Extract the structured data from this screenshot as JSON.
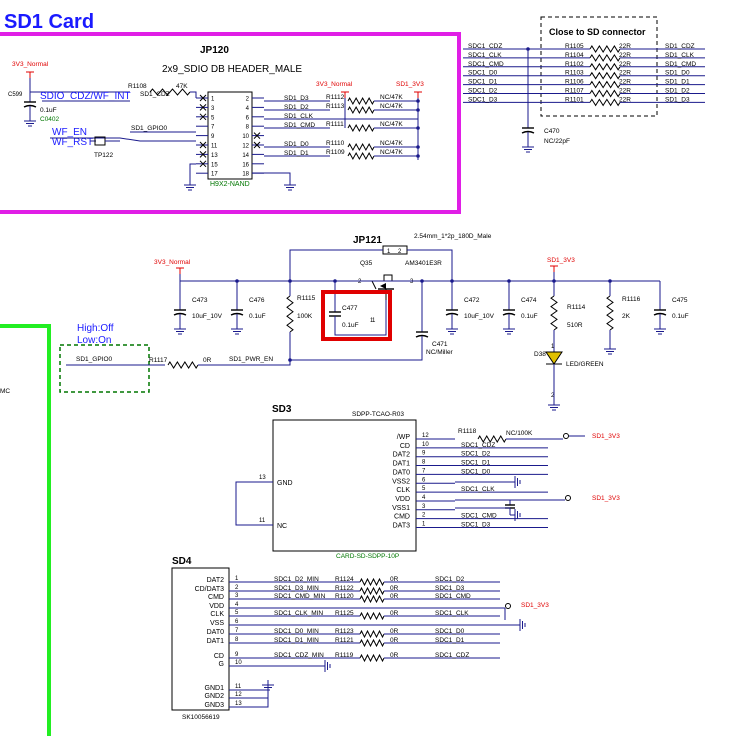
{
  "sheet_title": "SD1 Card",
  "colors": {
    "title": "#1a1aff",
    "magenta": "#e01ee6",
    "green": "#22ee22",
    "red": "#e00000",
    "dark_green": "#007700",
    "wire": "#1a1a8c",
    "power": "#e00000",
    "part": "#000000"
  },
  "jp120": {
    "ref": "JP120",
    "desc": "2x9_SDIO DB HEADER_MALE",
    "footprint": "H9X2-NAND",
    "left_pins": [
      "1",
      "3",
      "5",
      "7",
      "9",
      "11",
      "13",
      "15",
      "17"
    ],
    "right_pins": [
      "2",
      "4",
      "6",
      "8",
      "10",
      "12",
      "14",
      "16",
      "18"
    ],
    "left_nets": [
      "SDIO_CDZ/WF_INT",
      "WF_EN",
      "WF_RST"
    ],
    "gpio_net": "SD1_GPIO0",
    "tp": "TP122",
    "power_left": "3V3_Normal",
    "c599": {
      "ref": "C599",
      "value": "0.1uF",
      "pkg": "C0402"
    },
    "r1108": {
      "ref": "R1108",
      "value": "47K",
      "net": "SD1_CDZ"
    },
    "power_mid": "3V3_Normal",
    "power_right": "SD1_3V3",
    "right_nets": [
      {
        "net": "SD1_D3",
        "ref": "R1112",
        "val": "NC/47K"
      },
      {
        "net": "SD1_D2",
        "ref": "R1113",
        "val": "NC/47K"
      },
      {
        "net": "SD1_CLK",
        "ref": "",
        "val": ""
      },
      {
        "net": "SD1_CMD",
        "ref": "R1111",
        "val": "NC/47K"
      },
      {
        "net": "SD1_D0",
        "ref": "R1110",
        "val": "NC/47K"
      },
      {
        "net": "SD1_D1",
        "ref": "R1109",
        "val": "NC/47K"
      }
    ]
  },
  "close_box": {
    "title": "Close to SD connector",
    "rows": [
      {
        "left": "SDC1_CDZ",
        "ref": "R1105",
        "val": "22R",
        "right": "SD1_CDZ"
      },
      {
        "left": "SDC1_CLK",
        "ref": "R1104",
        "val": "22R",
        "right": "SD1_CLK"
      },
      {
        "left": "SDC1_CMD",
        "ref": "R1102",
        "val": "22R",
        "right": "SD1_CMD"
      },
      {
        "left": "SDC1_D0",
        "ref": "R1103",
        "val": "22R",
        "right": "SD1_D0"
      },
      {
        "left": "SDC1_D1",
        "ref": "R1106",
        "val": "22R",
        "right": "SD1_D1"
      },
      {
        "left": "SDC1_D2",
        "ref": "R1107",
        "val": "22R",
        "right": "SD1_D2"
      },
      {
        "left": "SDC1_D3",
        "ref": "R1101",
        "val": "22R",
        "right": "SD1_D3"
      }
    ],
    "cap": {
      "ref": "C470",
      "value": "NC/22pF"
    }
  },
  "power_section": {
    "jp121": "JP121",
    "jp121_desc": "2.54mm_1*2p_180D_Male",
    "jp_pins": [
      "1",
      "2"
    ],
    "q35": "Q35",
    "q35_part": "AM3401E3R",
    "q_pins": [
      "2",
      "1",
      "3"
    ],
    "power_in": "3V3_Normal",
    "power_out": "SD1_3V3",
    "c473": {
      "ref": "C473",
      "value": "10uF_10V"
    },
    "c476": {
      "ref": "C476",
      "value": "0.1uF"
    },
    "r1115": {
      "ref": "R1115",
      "value": "100K"
    },
    "c477": {
      "ref": "C477",
      "value": "0.1uF",
      "pin": "1"
    },
    "c471": {
      "ref": "C471",
      "value": "NC/Miller"
    },
    "c472": {
      "ref": "C472",
      "value": "10uF_10V"
    },
    "c474": {
      "ref": "C474",
      "value": "0.1uF"
    },
    "r1114": {
      "ref": "R1114",
      "value": "510R"
    },
    "r1116": {
      "ref": "R1116",
      "value": "2K"
    },
    "c475": {
      "ref": "C475",
      "value": "0.1uF"
    },
    "led": {
      "ref": "D38",
      "value": "LED/GREEN",
      "pins": [
        "1",
        "2"
      ]
    },
    "gpio_label": "SD1_GPIO0",
    "r1117": {
      "ref": "R1117",
      "value": "0R"
    },
    "pwr_en": "SD1_PWR_EN",
    "note_line1": "High:Off",
    "note_line2": "Low:On",
    "edge_label": "MC"
  },
  "sd3": {
    "ref": "SD3",
    "part": "SDPP-TCAO-R03",
    "footprint": "CARD-SD-SDPP-10P",
    "left": [
      {
        "pin": "13",
        "name": "GND"
      },
      {
        "pin": "11",
        "name": "NC"
      }
    ],
    "right": [
      {
        "name": "/WP",
        "pin": "12",
        "net": ""
      },
      {
        "name": "CD",
        "pin": "10",
        "net": "SDC1_CDZ"
      },
      {
        "name": "DAT2",
        "pin": "9",
        "net": "SDC1_D2"
      },
      {
        "name": "DAT1",
        "pin": "8",
        "net": "SDC1_D1"
      },
      {
        "name": "DAT0",
        "pin": "7",
        "net": "SDC1_D0"
      },
      {
        "name": "VSS2",
        "pin": "6",
        "net": ""
      },
      {
        "name": "CLK",
        "pin": "5",
        "net": "SDC1_CLK"
      },
      {
        "name": "VDD",
        "pin": "4",
        "net": ""
      },
      {
        "name": "VSS1",
        "pin": "3",
        "net": ""
      },
      {
        "name": "CMD",
        "pin": "2",
        "net": "SDC1_CMD"
      },
      {
        "name": "DAT3",
        "pin": "1",
        "net": "SDC1_D3"
      }
    ],
    "r1118": {
      "ref": "R1118",
      "value": "NC/100K"
    },
    "pwr1": "SD1_3V3",
    "pwr2": "SD1_3V3"
  },
  "sd4": {
    "ref": "SD4",
    "footprint": "SK10056619",
    "pins": [
      {
        "name": "DAT2",
        "pin": "1",
        "net": "SDC1_D2_MIN",
        "ref": "R1124",
        "val": "0R",
        "out": "SDC1_D2"
      },
      {
        "name": "CD/DAT3",
        "pin": "2",
        "net": "SDC1_D3_MIN",
        "ref": "R1122",
        "val": "0R",
        "out": "SDC1_D3"
      },
      {
        "name": "CMD",
        "pin": "3",
        "net": "SDC1_CMD_MIN",
        "ref": "R1120",
        "val": "0R",
        "out": "SDC1_CMD"
      },
      {
        "name": "VDD",
        "pin": "4",
        "net": "",
        "ref": "",
        "val": "",
        "out": ""
      },
      {
        "name": "CLK",
        "pin": "5",
        "net": "SDC1_CLK_MIN",
        "ref": "R1125",
        "val": "0R",
        "out": "SDC1_CLK"
      },
      {
        "name": "VSS",
        "pin": "6",
        "net": "",
        "ref": "",
        "val": "",
        "out": ""
      },
      {
        "name": "DAT0",
        "pin": "7",
        "net": "SDC1_D0_MIN",
        "ref": "R1123",
        "val": "0R",
        "out": "SDC1_D0"
      },
      {
        "name": "DAT1",
        "pin": "8",
        "net": "SDC1_D1_MIN",
        "ref": "R1121",
        "val": "0R",
        "out": "SDC1_D1"
      },
      {
        "name": "CD",
        "pin": "9",
        "net": "SDC1_CDZ_MIN",
        "ref": "R1119",
        "val": "0R",
        "out": "SDC1_CDZ"
      },
      {
        "name": "G",
        "pin": "10",
        "net": "",
        "ref": "",
        "val": "",
        "out": ""
      },
      {
        "name": "GND1",
        "pin": "11",
        "net": "",
        "ref": "",
        "val": "",
        "out": ""
      },
      {
        "name": "GND2",
        "pin": "12",
        "net": "",
        "ref": "",
        "val": "",
        "out": ""
      },
      {
        "name": "GND3",
        "pin": "13",
        "net": "",
        "ref": "",
        "val": "",
        "out": ""
      }
    ],
    "pwr": "SD1_3V3"
  }
}
